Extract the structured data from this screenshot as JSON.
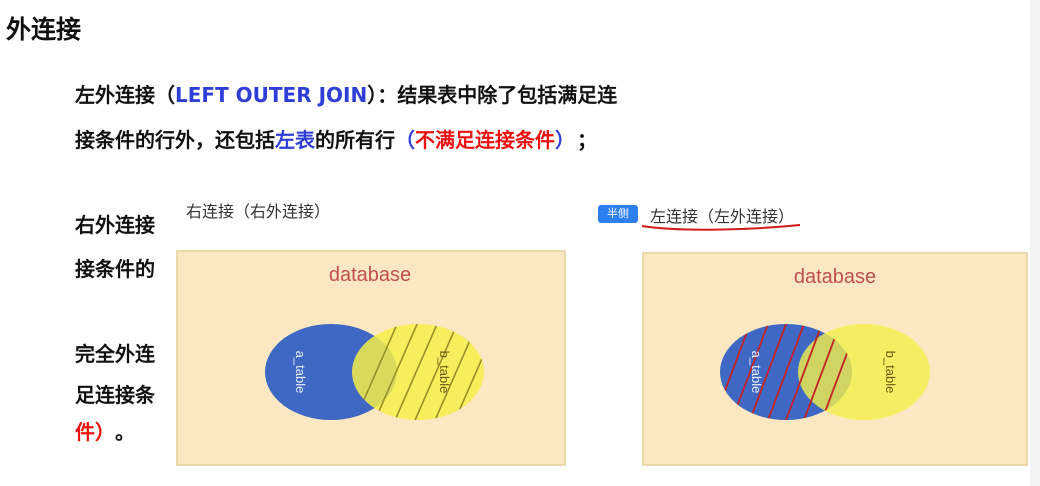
{
  "heading": "外连接",
  "left_join": {
    "line1_pre": "左外连接（",
    "line1_keyword": "LEFT OUTER JOIN",
    "line1_post": "）：结果表中除了包括满足连",
    "line2_pre": "接条件的行外，还包括",
    "line2_highlight": "左表",
    "line2_mid": "的所有行",
    "line2_paren_open": "（",
    "line2_red": "不满足连接条件",
    "line2_paren_close": "）",
    "line2_end": "；"
  },
  "right_join": {
    "line1_partial": "右外连接",
    "line2_partial": "接条件的"
  },
  "full_join": {
    "line1_partial": "完全外连",
    "line2_partial": "足连接条",
    "line3_red": "件）",
    "line3_end": "。"
  },
  "diagram_right": {
    "caption": "右连接（右外连接）",
    "box_label": "database",
    "set_a": "a_table",
    "set_b": "b_table"
  },
  "diagram_left": {
    "badge": "半侧",
    "caption": "左连接（左外连接）",
    "box_label": "database",
    "set_a": "a_table",
    "set_b": "b_table"
  },
  "colors": {
    "blue_text": "#2f3fd6",
    "red_text": "#ee1111",
    "box_fill": "#fbe8c2",
    "circle_a": "#3f68c4",
    "circle_b": "#f4ef4a",
    "hatch": "#9a8f2a",
    "hatch_red": "#c02424"
  }
}
